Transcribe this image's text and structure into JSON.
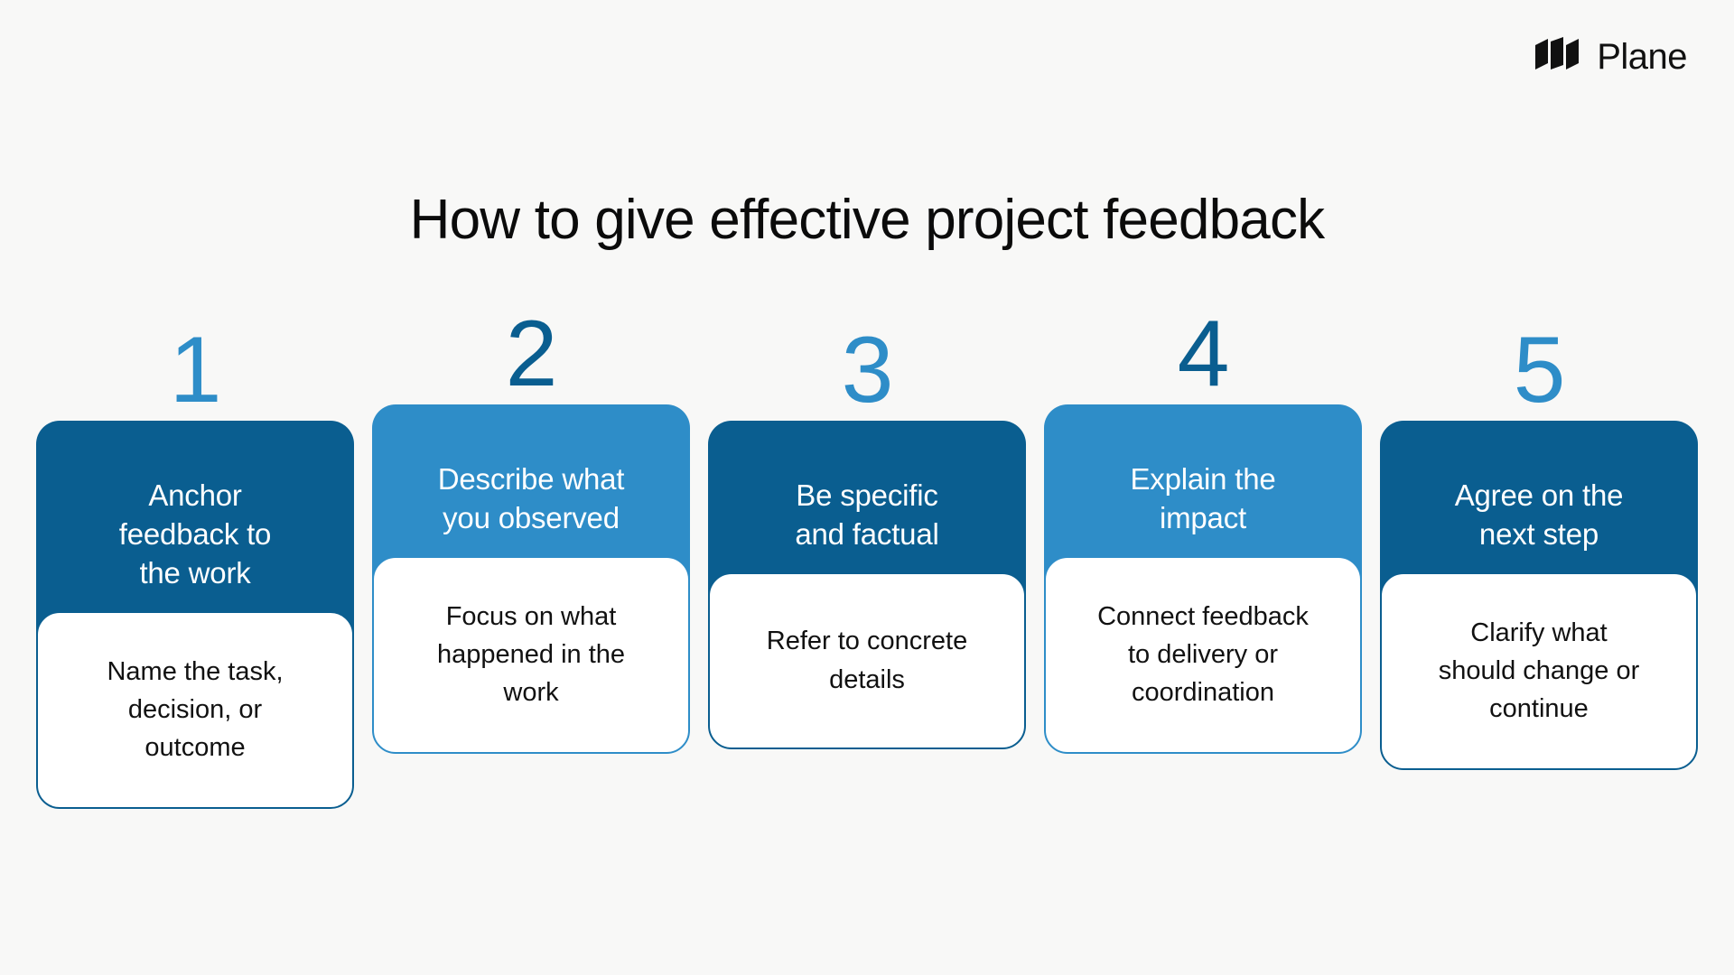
{
  "brand": {
    "name": "Plane",
    "logo_icon": "plane-logo-icon",
    "logo_color": "#111111"
  },
  "page": {
    "title": "How to give effective project feedback",
    "background_color": "#F8F8F7",
    "title_color": "#0B0B0B"
  },
  "palette": {
    "dark_blue": "#0A5E90",
    "light_blue": "#2E8DC8",
    "card_body_background": "#FFFFFF",
    "header_text_color": "#FFFFFF",
    "body_text_color": "#111111"
  },
  "steps": [
    {
      "number": "1",
      "heading": "Anchor\nfeedback to\nthe work",
      "body": "Name the task,\ndecision, or\noutcome",
      "variant": "dark",
      "number_color": "#2E8DC8",
      "header_color": "#0A5E90"
    },
    {
      "number": "2",
      "heading": "Describe what\nyou observed",
      "body": "Focus on what\nhappened in the\nwork",
      "variant": "light",
      "number_color": "#0A5E90",
      "header_color": "#2E8DC8"
    },
    {
      "number": "3",
      "heading": "Be specific\nand factual",
      "body": "Refer to concrete\ndetails",
      "variant": "dark",
      "number_color": "#2E8DC8",
      "header_color": "#0A5E90"
    },
    {
      "number": "4",
      "heading": "Explain the\nimpact",
      "body": "Connect feedback\nto delivery or\ncoordination",
      "variant": "light",
      "number_color": "#0A5E90",
      "header_color": "#2E8DC8"
    },
    {
      "number": "5",
      "heading": "Agree on the\nnext step",
      "body": "Clarify what\nshould change or\ncontinue",
      "variant": "dark",
      "number_color": "#2E8DC8",
      "header_color": "#0A5E90"
    }
  ]
}
